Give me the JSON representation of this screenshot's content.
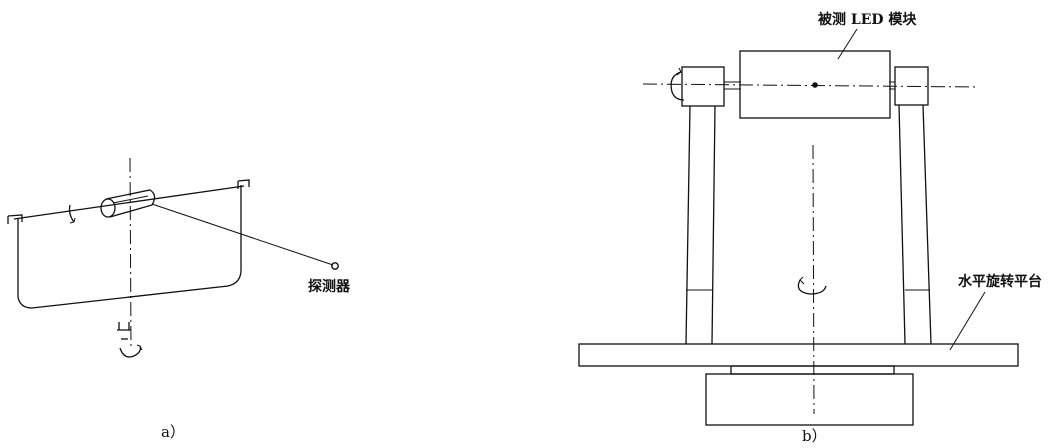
{
  "panel_a": {
    "caption": "a）",
    "detector_label": "探测器"
  },
  "panel_b": {
    "caption": "b）",
    "module_label": "被测 LED 模块",
    "platform_label": "水平旋转平台"
  }
}
